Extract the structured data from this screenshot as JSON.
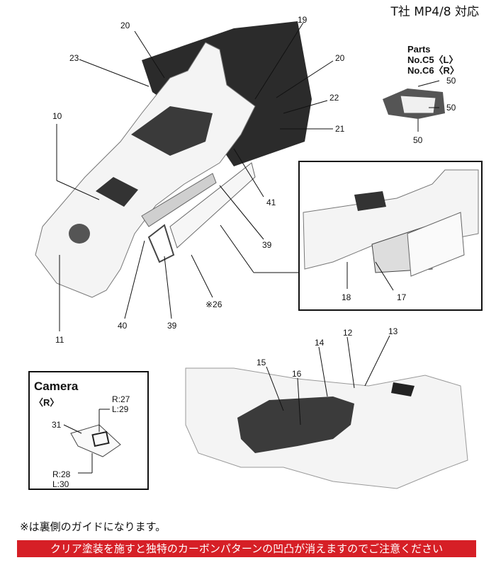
{
  "header": {
    "title": "T社 MP4/8 対応"
  },
  "parts": {
    "line1": "Parts",
    "line2": "No.C5〈L〉",
    "line3": "No.C6〈R〉"
  },
  "labels": {
    "l20a": "20",
    "l23": "23",
    "l19": "19",
    "l20b": "20",
    "l22": "22",
    "l21": "21",
    "l10": "10",
    "l41": "41",
    "l39a": "39",
    "l39b": "39",
    "l40": "40",
    "l11": "11",
    "l26": "※26",
    "l18": "18",
    "l17": "17",
    "l50a": "50",
    "l50b": "50",
    "l50c": "50",
    "l15": "15",
    "l16": "16",
    "l14": "14",
    "l12": "12",
    "l13": "13",
    "l31": "31",
    "r27": "R:27",
    "l29": "L:29",
    "r28": "R:28",
    "l30": "L:30"
  },
  "camera": {
    "title": "Camera",
    "side": "〈R〉"
  },
  "footer": {
    "note": "※は裏側のガイドになります。",
    "warning": "クリア塗装を施すと独特のカーボンパターンの凹凸が消えますのでご注意ください",
    "warning_color": "#d61f26"
  }
}
